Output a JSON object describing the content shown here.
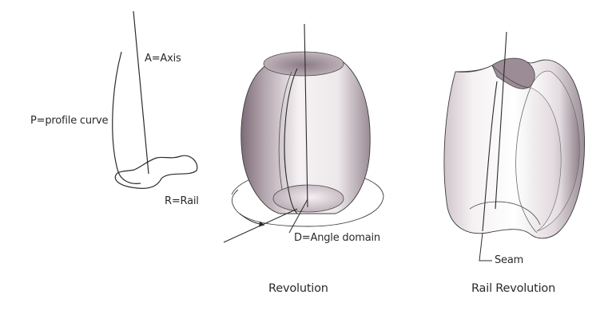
{
  "labels": {
    "axis": "A=Axis",
    "profile": "P=profile curve",
    "rail": "R=Rail",
    "angle_domain": "D=Angle domain",
    "seam": "Seam"
  },
  "captions": {
    "revolution": "Revolution",
    "rail_revolution": "Rail Revolution"
  },
  "colors": {
    "line": "#2b2b2b",
    "surface_light": "#f6f3f5",
    "surface_dark": "#7d6c77",
    "background": "#ffffff"
  }
}
